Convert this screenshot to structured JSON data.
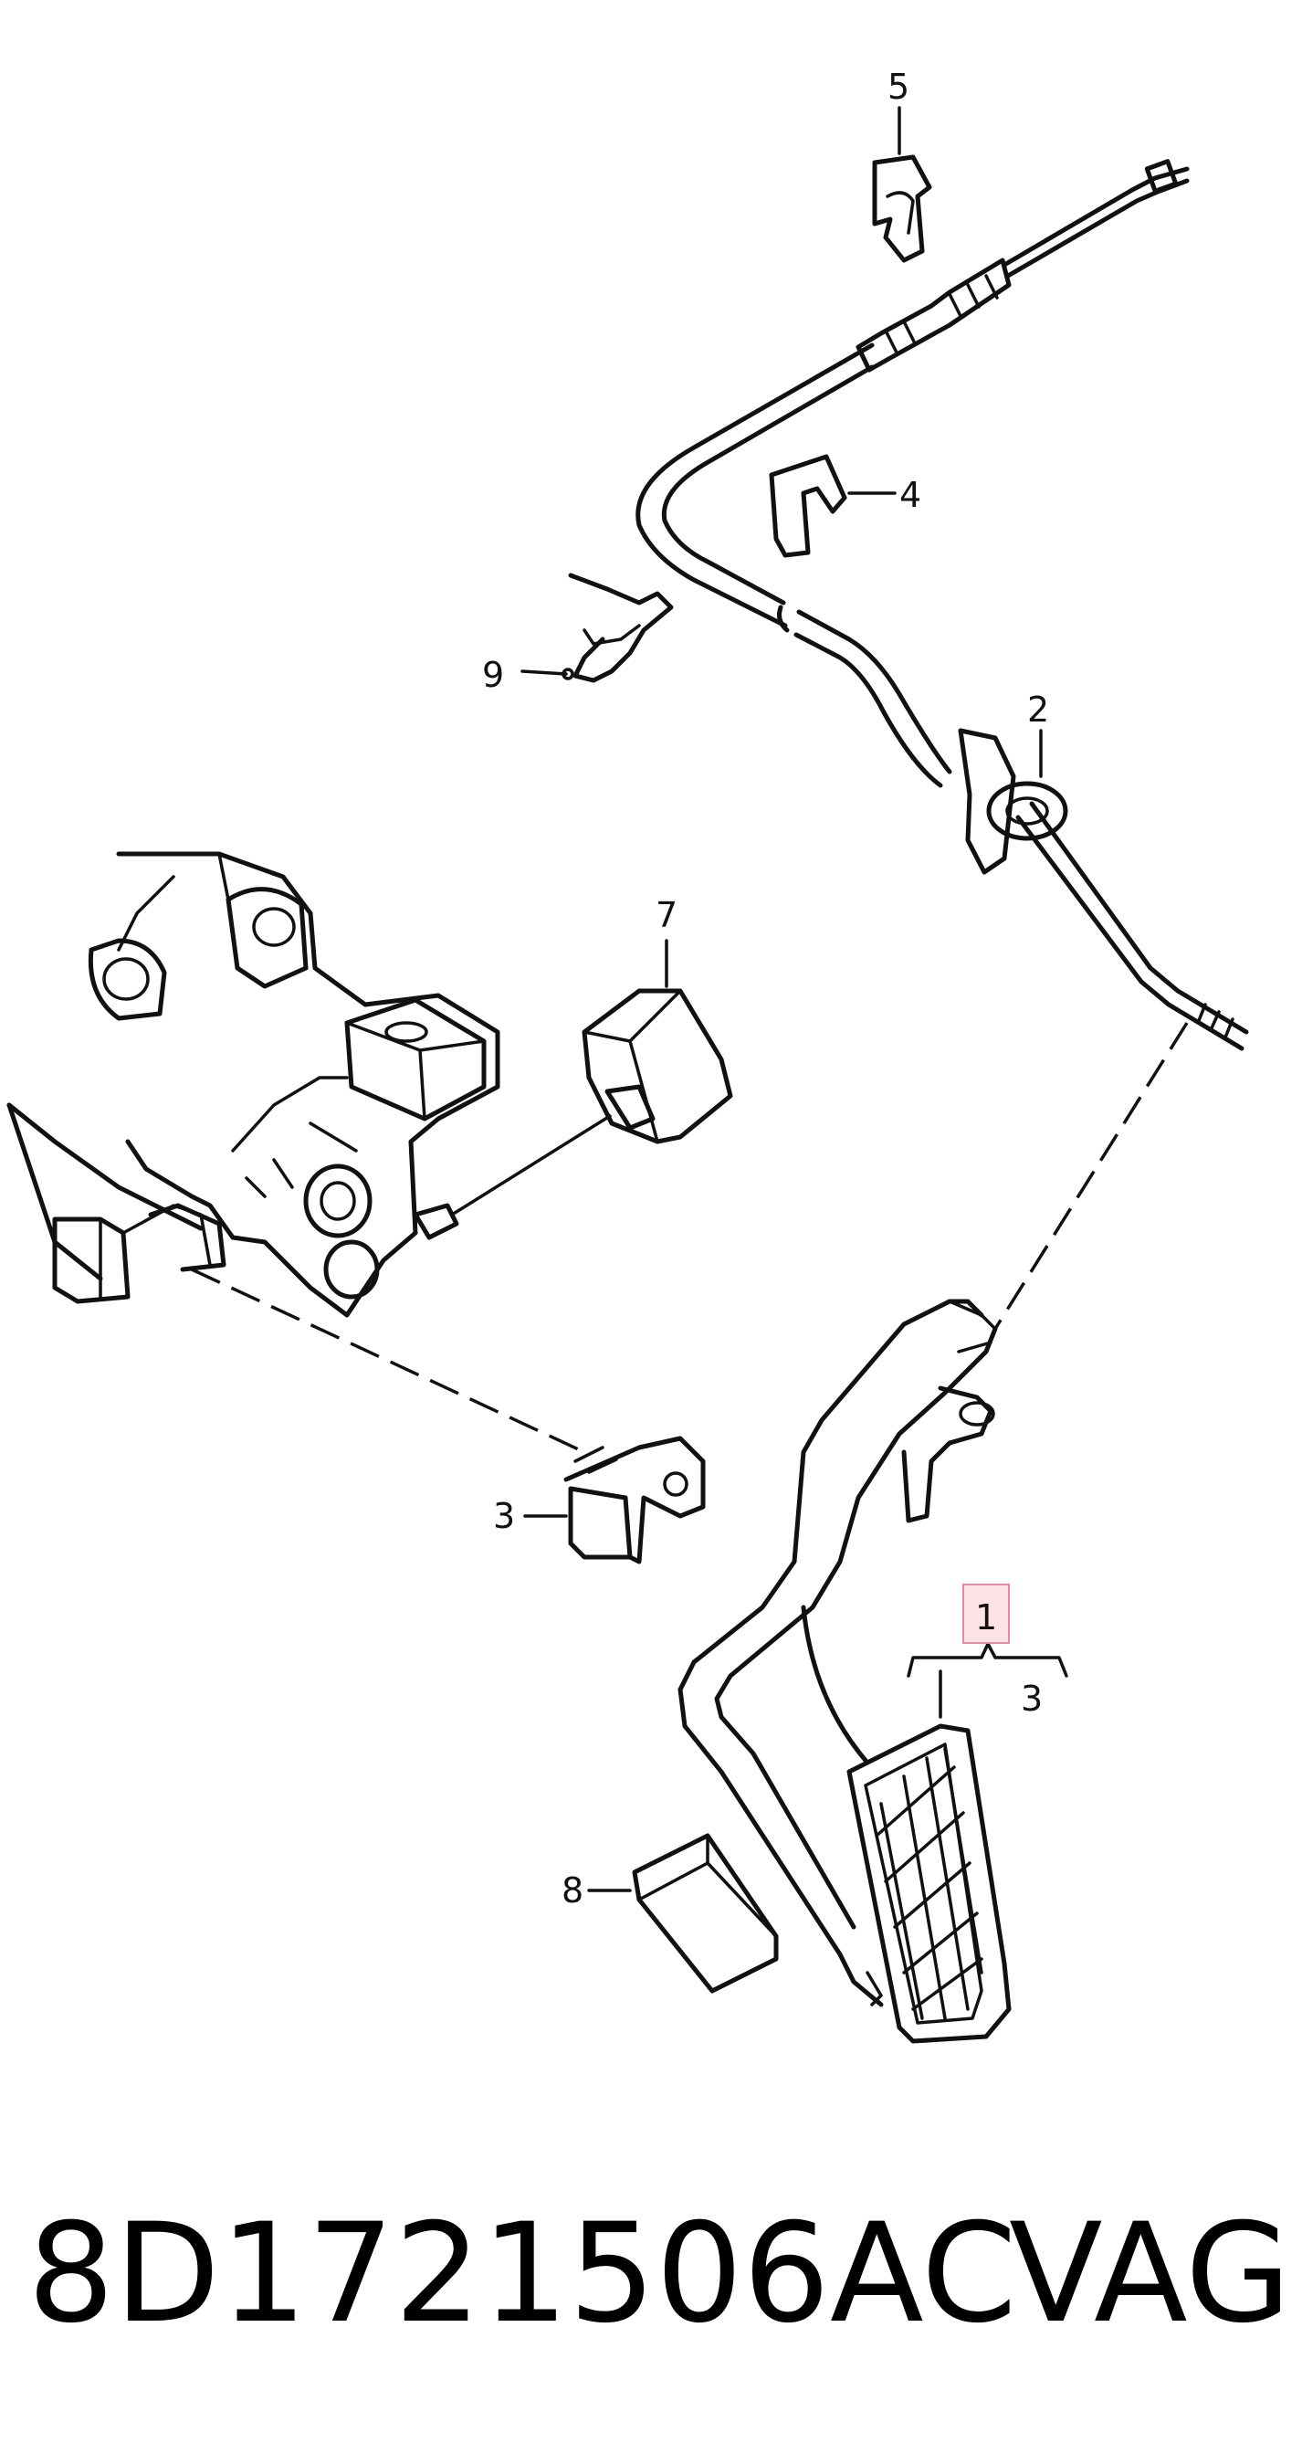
{
  "callouts": {
    "c1": "1",
    "c2": "2",
    "c3a": "3",
    "c3b": "3",
    "c4": "4",
    "c5": "5",
    "c7": "7",
    "c8": "8",
    "c9": "9"
  },
  "footer": {
    "part_number": "8D1721506AC",
    "brand": "VAG"
  },
  "colors": {
    "line": "#111111",
    "highlight_fill": "#fde2e6",
    "highlight_stroke": "#e98a9a"
  }
}
